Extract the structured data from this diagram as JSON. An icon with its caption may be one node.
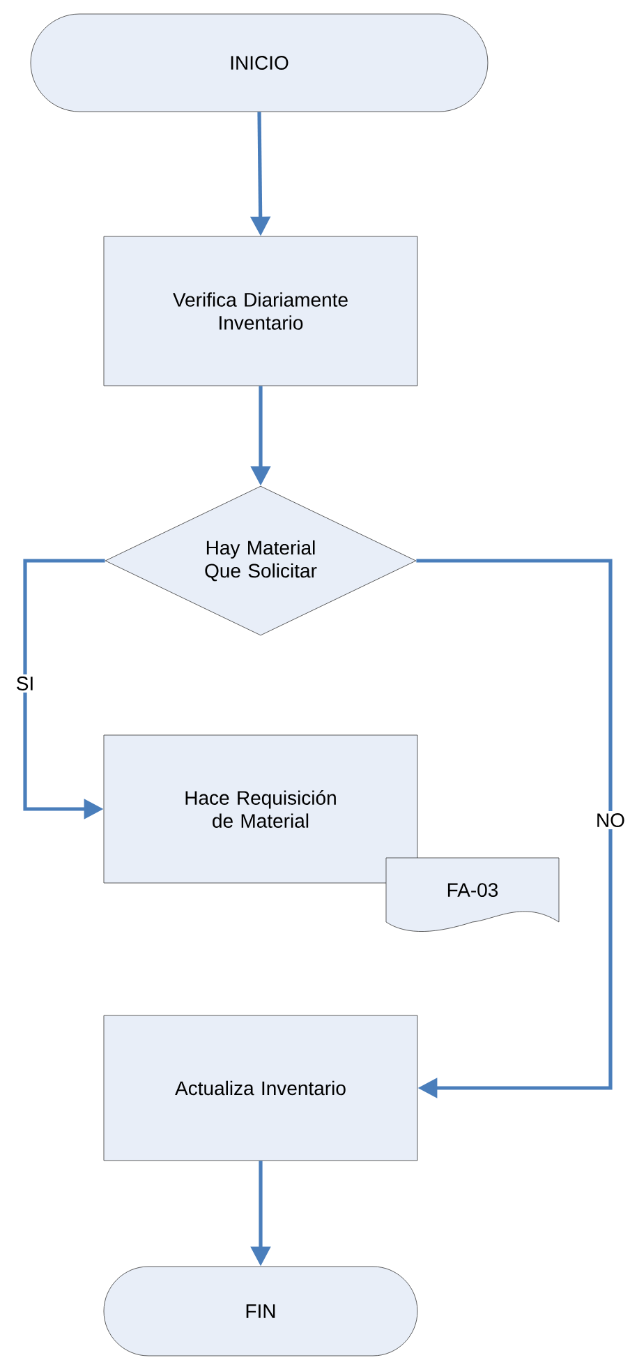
{
  "diagram": {
    "nodes": [
      {
        "text": [
          "INICIO"
        ]
      },
      {
        "text": [
          "Verifica Diariamente Inventario"
        ]
      },
      {
        "text": [
          "Hay Material Que Solicitar"
        ]
      },
      {
        "text": [
          "Hace Requisición de Material"
        ]
      },
      {
        "text": [
          "FA-03"
        ]
      },
      {
        "text": [
          "Actualiza Inventario"
        ]
      },
      {
        "text": [
          "FIN"
        ]
      }
    ],
    "edges": [
      {
        "from": 0,
        "to": 1,
        "arrow": "to"
      },
      {
        "from": 1,
        "to": 2,
        "arrow": "to"
      },
      {
        "from": 2,
        "to": 3,
        "arrow": "to",
        "label": "SI"
      },
      {
        "from": 2,
        "to": 5,
        "arrow": "to",
        "label": "NO"
      },
      {
        "from": 5,
        "to": 6,
        "arrow": "to"
      }
    ]
  }
}
